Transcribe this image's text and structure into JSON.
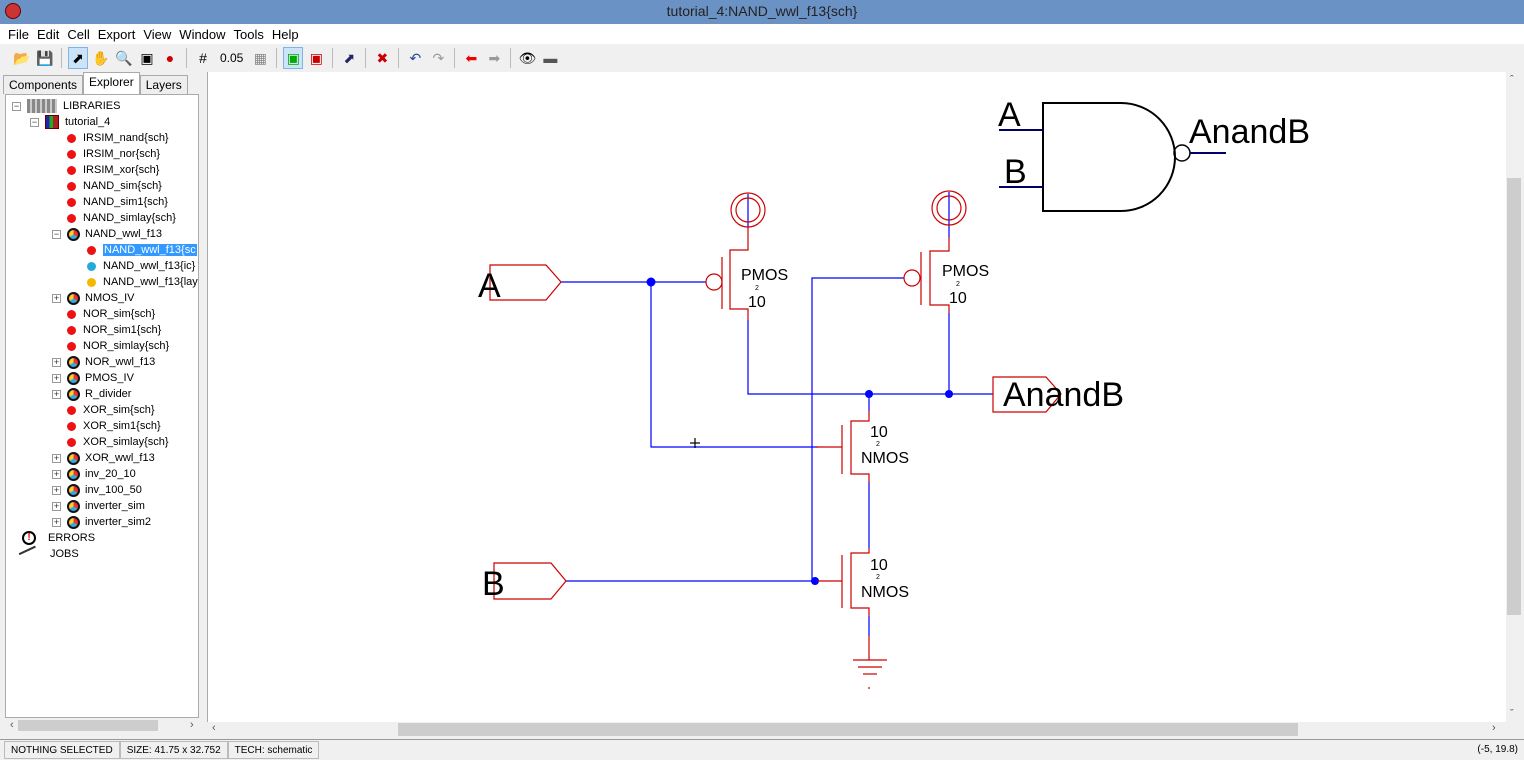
{
  "window": {
    "title": "tutorial_4:NAND_wwl_f13{sch}"
  },
  "menu": [
    "File",
    "Edit",
    "Cell",
    "Export",
    "View",
    "Window",
    "Tools",
    "Help"
  ],
  "toolbar": {
    "grid_value": "0.05",
    "icons": [
      "open-icon",
      "save-icon",
      "select-arrow-icon",
      "pan-hand-icon",
      "zoom-icon",
      "outline-edit-icon",
      "measure-icon",
      "grid-icon",
      "grid-value",
      "grid-align-icon",
      "arc-placement-icon",
      "arc-placement-alt-icon",
      "select-special-icon",
      "tools-icon",
      "undo-icon",
      "redo-icon",
      "back-icon",
      "forward-icon",
      "show-icon",
      "hide-icon"
    ]
  },
  "panel": {
    "tabs": [
      "Components",
      "Explorer",
      "Layers"
    ],
    "active_tab": "Explorer"
  },
  "tree": [
    {
      "label": "LIBRARIES",
      "type": "libraries",
      "level": 0,
      "expander": "-"
    },
    {
      "label": "tutorial_4",
      "type": "library",
      "level": 1,
      "expander": "-"
    },
    {
      "label": "IRSIM_nand{sch}",
      "type": "sch",
      "level": 2
    },
    {
      "label": "IRSIM_nor{sch}",
      "type": "sch",
      "level": 2
    },
    {
      "label": "IRSIM_xor{sch}",
      "type": "sch",
      "level": 2
    },
    {
      "label": "NAND_sim{sch}",
      "type": "sch",
      "level": 2
    },
    {
      "label": "NAND_sim1{sch}",
      "type": "sch",
      "level": 2
    },
    {
      "label": "NAND_simlay{sch}",
      "type": "sch",
      "level": 2
    },
    {
      "label": "NAND_wwl_f13",
      "type": "group",
      "level": 2,
      "expander": "-"
    },
    {
      "label": "NAND_wwl_f13{sc",
      "type": "sch",
      "level": 3,
      "selected": true
    },
    {
      "label": "NAND_wwl_f13{ic}",
      "type": "ic",
      "level": 3
    },
    {
      "label": "NAND_wwl_f13{lay",
      "type": "lay",
      "level": 3
    },
    {
      "label": "NMOS_IV",
      "type": "group",
      "level": 2,
      "expander": "+"
    },
    {
      "label": "NOR_sim{sch}",
      "type": "sch",
      "level": 2
    },
    {
      "label": "NOR_sim1{sch}",
      "type": "sch",
      "level": 2
    },
    {
      "label": "NOR_simlay{sch}",
      "type": "sch",
      "level": 2
    },
    {
      "label": "NOR_wwl_f13",
      "type": "group",
      "level": 2,
      "expander": "+"
    },
    {
      "label": "PMOS_IV",
      "type": "group",
      "level": 2,
      "expander": "+"
    },
    {
      "label": "R_divider",
      "type": "group",
      "level": 2,
      "expander": "+"
    },
    {
      "label": "XOR_sim{sch}",
      "type": "sch",
      "level": 2
    },
    {
      "label": "XOR_sim1{sch}",
      "type": "sch",
      "level": 2
    },
    {
      "label": "XOR_simlay{sch}",
      "type": "sch",
      "level": 2
    },
    {
      "label": "XOR_wwl_f13",
      "type": "group",
      "level": 2,
      "expander": "+"
    },
    {
      "label": "inv_20_10",
      "type": "group",
      "level": 2,
      "expander": "+"
    },
    {
      "label": "inv_100_50",
      "type": "group",
      "level": 2,
      "expander": "+"
    },
    {
      "label": "inverter_sim",
      "type": "group",
      "level": 2,
      "expander": "+"
    },
    {
      "label": "inverter_sim2",
      "type": "group",
      "level": 2,
      "expander": "+"
    },
    {
      "label": "ERRORS",
      "type": "errors",
      "level": 0
    },
    {
      "label": "JOBS",
      "type": "jobs",
      "level": 0
    }
  ],
  "schematic": {
    "ports": {
      "a": "A",
      "b": "B",
      "out": "AnandB"
    },
    "icon_labels": {
      "a": "A",
      "b": "B",
      "out": "AnandB"
    },
    "transistors": [
      {
        "type": "PMOS",
        "width": "10",
        "length": "2"
      },
      {
        "type": "PMOS",
        "width": "10",
        "length": "2"
      },
      {
        "type": "NMOS",
        "width": "10",
        "length": "2"
      },
      {
        "type": "NMOS",
        "width": "10",
        "length": "2"
      }
    ],
    "colors": {
      "wire": "#0000ff",
      "node": "#cc0000",
      "icon": "#000000"
    }
  },
  "status": {
    "selection": "NOTHING SELECTED",
    "size": "SIZE: 41.75 x 32.752",
    "tech": "TECH: schematic",
    "coords": "(-5, 19.8)"
  }
}
